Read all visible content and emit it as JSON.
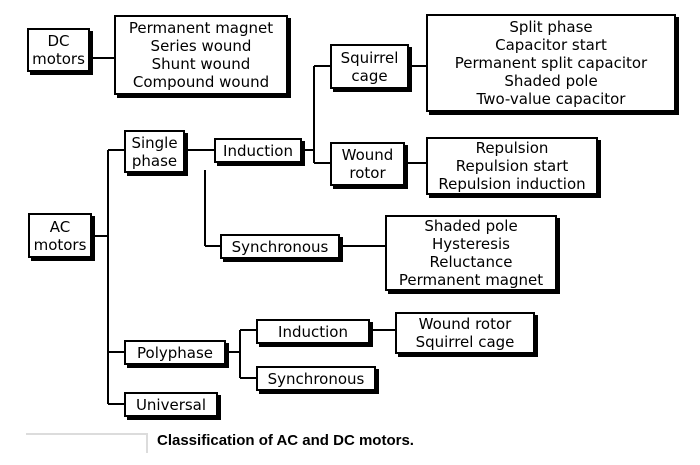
{
  "diagram": {
    "dc_motors": {
      "lines": [
        "DC",
        "motors"
      ]
    },
    "dc_types": {
      "lines": [
        "Permanent magnet",
        "Series wound",
        "Shunt wound",
        "Compound wound"
      ]
    },
    "ac_motors": {
      "lines": [
        "AC",
        "motors"
      ]
    },
    "single_phase": {
      "lines": [
        "Single",
        "phase"
      ]
    },
    "single_phase_induction": {
      "lines": [
        "Induction"
      ]
    },
    "squirrel_cage": {
      "lines": [
        "Squirrel",
        "cage"
      ]
    },
    "squirrel_cage_types": {
      "lines": [
        "Split phase",
        "Capacitor start",
        "Permanent split capacitor",
        "Shaded pole",
        "Two-value capacitor"
      ]
    },
    "wound_rotor": {
      "lines": [
        "Wound",
        "rotor"
      ]
    },
    "wound_rotor_types": {
      "lines": [
        "Repulsion",
        "Repulsion start",
        "Repulsion induction"
      ]
    },
    "single_phase_synchronous": {
      "lines": [
        "Synchronous"
      ]
    },
    "synchronous_types": {
      "lines": [
        "Shaded pole",
        "Hysteresis",
        "Reluctance",
        "Permanent magnet"
      ]
    },
    "polyphase": {
      "lines": [
        "Polyphase"
      ]
    },
    "polyphase_induction": {
      "lines": [
        "Induction"
      ]
    },
    "polyphase_induction_types": {
      "lines": [
        "Wound rotor",
        "Squirrel cage"
      ]
    },
    "polyphase_synchronous": {
      "lines": [
        "Synchronous"
      ]
    },
    "universal": {
      "lines": [
        "Universal"
      ]
    }
  },
  "caption": "Classification of AC and DC motors."
}
